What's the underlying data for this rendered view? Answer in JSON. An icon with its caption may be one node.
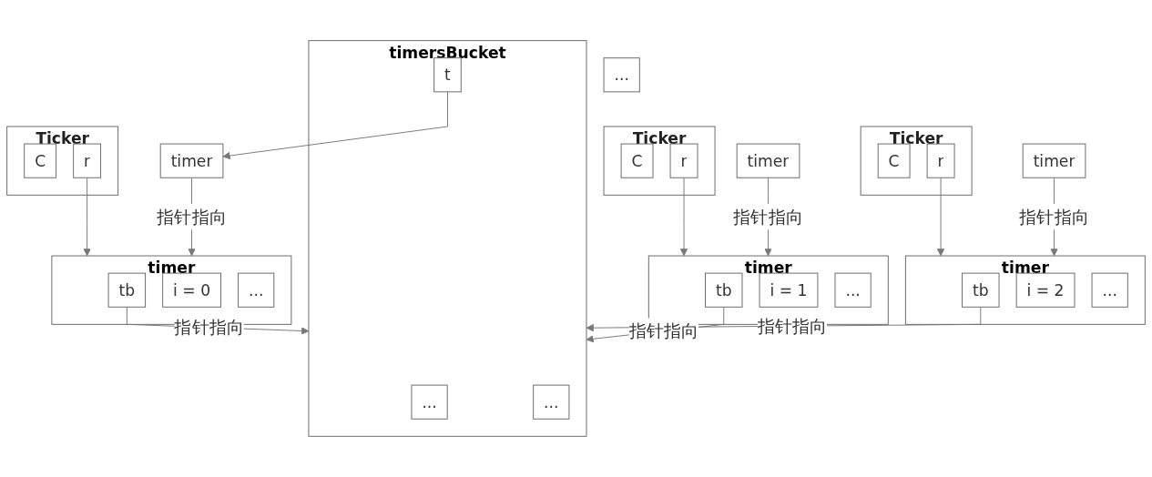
{
  "diagram": {
    "nodes": [
      {
        "text": [
          "Ticker"
        ]
      },
      {
        "text": [
          "C"
        ],
        "in": 0
      },
      {
        "text": [
          "r"
        ],
        "in": 0
      },
      {
        "text": [
          "timer"
        ]
      },
      {
        "text": [
          "tb"
        ],
        "in": 3
      },
      {
        "text": [
          "i = 0"
        ],
        "in": 3
      },
      {
        "text": [
          "..."
        ],
        "in": 3
      },
      {
        "text": [
          "Ticker"
        ]
      },
      {
        "text": [
          "C"
        ],
        "in": 7
      },
      {
        "text": [
          "r"
        ],
        "in": 7
      },
      {
        "text": [
          "timer"
        ]
      },
      {
        "text": [
          "tb"
        ],
        "in": 10
      },
      {
        "text": [
          "i = 1"
        ],
        "in": 10
      },
      {
        "text": [
          "..."
        ],
        "in": 10
      },
      {
        "text": [
          "Ticker"
        ]
      },
      {
        "text": [
          "C"
        ],
        "in": 14
      },
      {
        "text": [
          "r"
        ],
        "in": 14
      },
      {
        "text": [
          "timer"
        ]
      },
      {
        "text": [
          "tb"
        ],
        "in": 17
      },
      {
        "text": [
          "i = 2"
        ],
        "in": 17
      },
      {
        "text": [
          "..."
        ],
        "in": 17
      },
      {
        "text": [
          "timersBucket"
        ]
      },
      {
        "text": [
          "..."
        ],
        "in": 21
      },
      {
        "text": [
          "t"
        ],
        "in": 21
      },
      {
        "text": [
          "..."
        ],
        "in": 21
      },
      {
        "text": [
          "timer"
        ]
      },
      {
        "text": [
          "timer"
        ]
      },
      {
        "text": [
          "timer"
        ]
      },
      {
        "text": [
          "..."
        ]
      }
    ],
    "edges": [
      {
        "from": 2,
        "to": 3,
        "arrow": "to"
      },
      {
        "from": 9,
        "to": 10,
        "arrow": "to"
      },
      {
        "from": 16,
        "to": 17,
        "arrow": "to"
      },
      {
        "from": 4,
        "to": 21,
        "arrow": "to",
        "label": "指针指向"
      },
      {
        "from": 11,
        "to": 21,
        "arrow": "to",
        "label": "指针指向"
      },
      {
        "from": 18,
        "to": 21,
        "arrow": "to",
        "label": "指针指向"
      },
      {
        "from": 23,
        "to": 25,
        "arrow": "to"
      },
      {
        "from": 25,
        "to": 3,
        "arrow": "to",
        "label": "指针指向"
      },
      {
        "from": 26,
        "to": 10,
        "arrow": "to",
        "label": "指针指向"
      },
      {
        "from": 27,
        "to": 17,
        "arrow": "to",
        "label": "指针指向"
      }
    ]
  }
}
